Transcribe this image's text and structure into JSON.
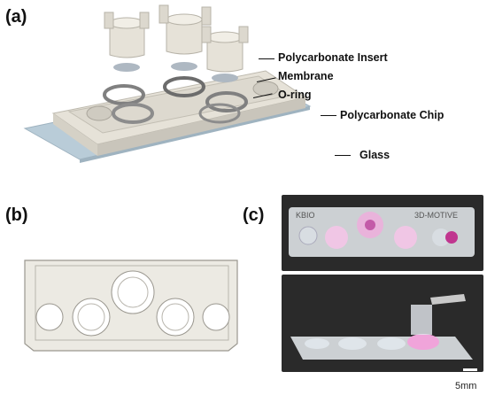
{
  "panels": {
    "a": "(a)",
    "b": "(b)",
    "c": "(c)"
  },
  "callouts": {
    "insert": "Polycarbonate Insert",
    "membrane": "Membrane",
    "oring": "O-ring",
    "chip": "Polycarbonate Chip",
    "glass": "Glass"
  },
  "photo_labels": {
    "left": "KBIO",
    "right": "3D-MOTIVE"
  },
  "scale_bar": "5mm",
  "colors": {
    "plastic": "#e6e2d8",
    "plastic_shadow": "#c9c5bb",
    "glass": "#b9ccd8",
    "membrane": "#aeb8c2",
    "oring": "#808080",
    "photo_bg": "#2a2a2a",
    "pink": "#e77fcf"
  }
}
